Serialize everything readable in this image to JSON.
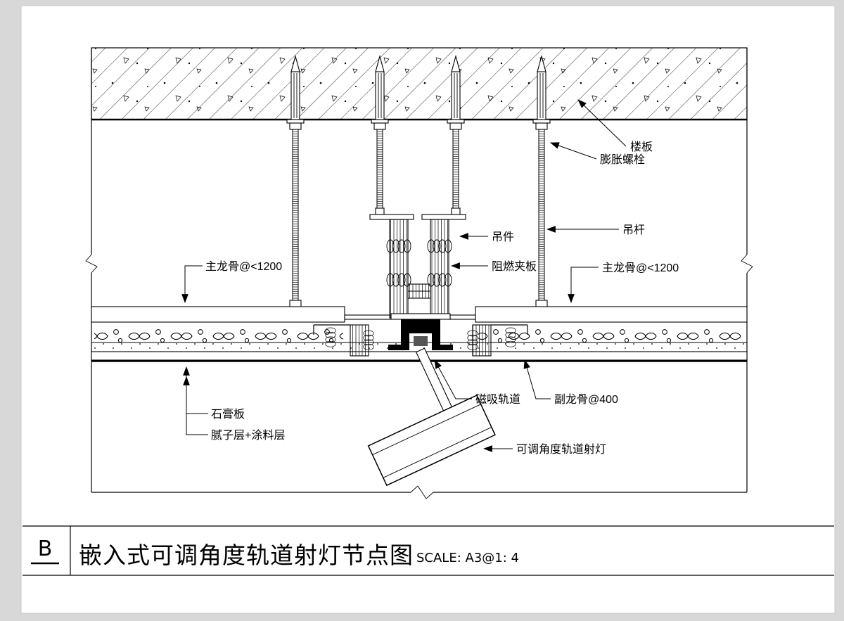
{
  "colors": {
    "background": "#d8d8d8",
    "sheet": "#ffffff",
    "ink": "#000000"
  },
  "title_block": {
    "detail_letter": "B",
    "title": "嵌入式可调角度轨道射灯节点图",
    "scale": "SCALE: A3@1: 4"
  },
  "annotations": {
    "floor_slab": "楼板",
    "expansion_bolt": "膨胀螺栓",
    "hanger": "吊件",
    "hanger_rod": "吊杆",
    "flame_retardant_plywood": "阻燃夹板",
    "main_keel_left": "主龙骨@<1200",
    "main_keel_right": "主龙骨@<1200",
    "magnetic_track": "磁吸轨道",
    "secondary_keel": "副龙骨@400",
    "gypsum_board": "石膏板",
    "putty_paint_layer": "腻子层+涂料层",
    "adjustable_track_spotlight": "可调角度轨道射灯"
  }
}
